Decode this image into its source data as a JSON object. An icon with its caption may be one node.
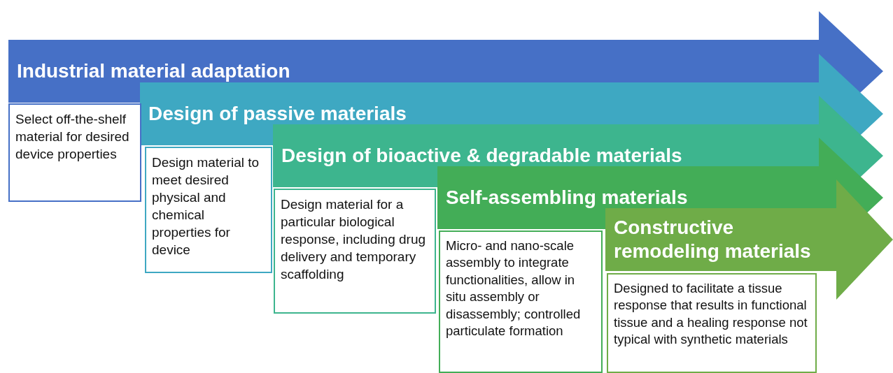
{
  "diagram": {
    "nodes": [
      {
        "text": [
          "Industrial material adaptation"
        ]
      },
      {
        "text": [
          "Select off-the-shelf material for desired device properties"
        ]
      },
      {
        "text": [
          "Design of passive materials"
        ]
      },
      {
        "text": [
          "Design material to meet desired physical and chemical properties for device"
        ]
      },
      {
        "text": [
          "Design of bioactive & degradable materials"
        ]
      },
      {
        "text": [
          "Design material for a particular biological response, including drug delivery and temporary scaffolding"
        ]
      },
      {
        "text": [
          "Self-assembling materials"
        ]
      },
      {
        "text": [
          "Micro- and nano-scale assembly to integrate functionalities, allow in situ assembly or disassembly; controlled particulate formation"
        ]
      },
      {
        "text": [
          "Constructive remodeling materials"
        ]
      },
      {
        "text": [
          "Designed to facilitate a tissue response that results in functional tissue and a healing response not typical with synthetic materials"
        ]
      }
    ]
  }
}
